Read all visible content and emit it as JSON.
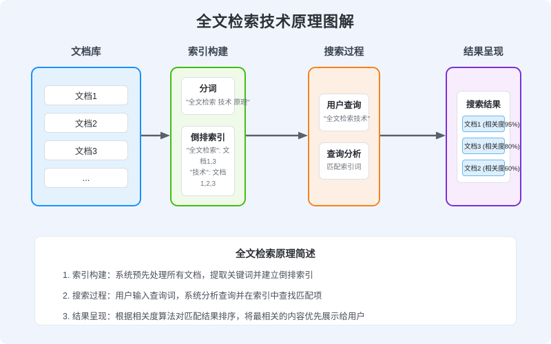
{
  "page": {
    "title": "全文检索技术原理图解",
    "background": "#f0f5fd"
  },
  "stages": [
    {
      "label": "文档库",
      "accent": "#1890ff",
      "fill": "#e4f2fd",
      "items": [
        {
          "title": "文档1"
        },
        {
          "title": "文档2"
        },
        {
          "title": "文档3"
        },
        {
          "title": "..."
        }
      ]
    },
    {
      "label": "索引构建",
      "accent": "#3fbe11",
      "fill": "#f0fae9",
      "cards": [
        {
          "title": "分词",
          "sub": "\"全文检索 技术 原理\""
        },
        {
          "title": "倒排索引",
          "sub": "\"全文检索\": 文档1,3\n\"技术\": 文档1,2,3"
        }
      ]
    },
    {
      "label": "搜索过程",
      "accent": "#f58220",
      "fill": "#fdefe3",
      "cards": [
        {
          "title": "用户查询",
          "sub": "\"全文检索技术\""
        },
        {
          "title": "查询分析",
          "sub": "匹配索引词"
        }
      ]
    },
    {
      "label": "结果呈现",
      "accent": "#7b2fd4",
      "fill": "#f7edfd",
      "result": {
        "title": "搜索结果",
        "items": [
          "文档1 (相关度95%)",
          "文档3 (相关度80%)",
          "文档2 (相关度60%)"
        ]
      }
    }
  ],
  "arrow_color": "#5a6068",
  "summary": {
    "title": "全文检索原理简述",
    "lines": [
      "1. 索引构建：系统预先处理所有文档，提取关键词并建立倒排索引",
      "2. 搜索过程：用户输入查询词，系统分析查询并在索引中查找匹配项",
      "3. 结果呈现：根据相关度算法对匹配结果排序，将最相关的内容优先展示给用户"
    ]
  }
}
